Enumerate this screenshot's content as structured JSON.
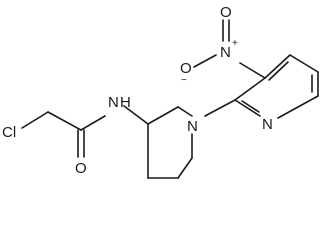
{
  "molecule": {
    "atoms": {
      "cl": "Cl",
      "o_carbonyl": "O",
      "n_amide": "N",
      "h_amide": "H",
      "n_piperidine": "N",
      "n_pyridine": "N",
      "n_nitro": "N",
      "n_nitro_charge": "+",
      "o_nitro_top": "O",
      "o_nitro_left": "O",
      "o_nitro_left_charge": "−"
    }
  }
}
